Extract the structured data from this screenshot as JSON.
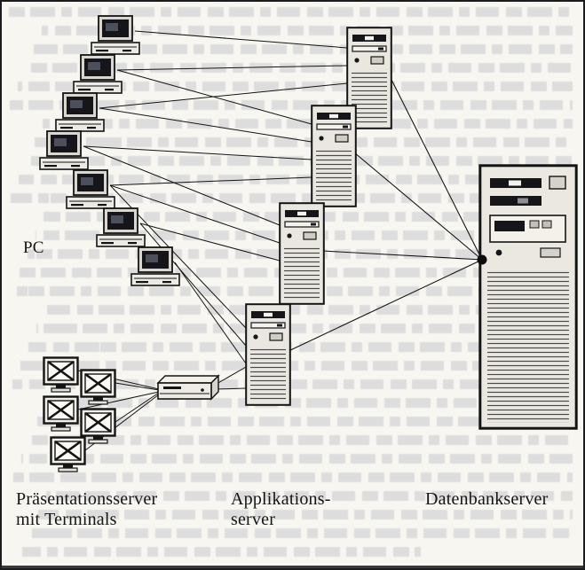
{
  "page": {
    "labels": {
      "pc": "PC",
      "presentation_server_line1": "Präsentationsserver",
      "presentation_server_line2": "mit Terminals",
      "application_server_line1": "Applikations-",
      "application_server_line2": "server",
      "database_server": "Datenbankserver"
    },
    "diagram": {
      "pc_count": 7,
      "terminal_count": 5,
      "application_server_count": 4,
      "database_server_count": 1,
      "presentation_server_count": 1,
      "topology": "PCs connect to application servers; terminals connect to a presentation server which connects to an application server; all application servers converge on a single node at the database server"
    },
    "colors": {
      "ink": "#141414",
      "paper": "#f7f6f1",
      "tower_fill": "#e9e7e0",
      "screen": "#16161a",
      "ghost_text": "#5f6a7a"
    },
    "icons": {
      "pc": "pc-icon",
      "terminal": "terminal-icon",
      "application_server": "server-tower-icon",
      "database_server": "database-server-tower-icon",
      "presentation_server": "desktop-unit-icon",
      "connection_node": "connection-node-dot"
    }
  }
}
